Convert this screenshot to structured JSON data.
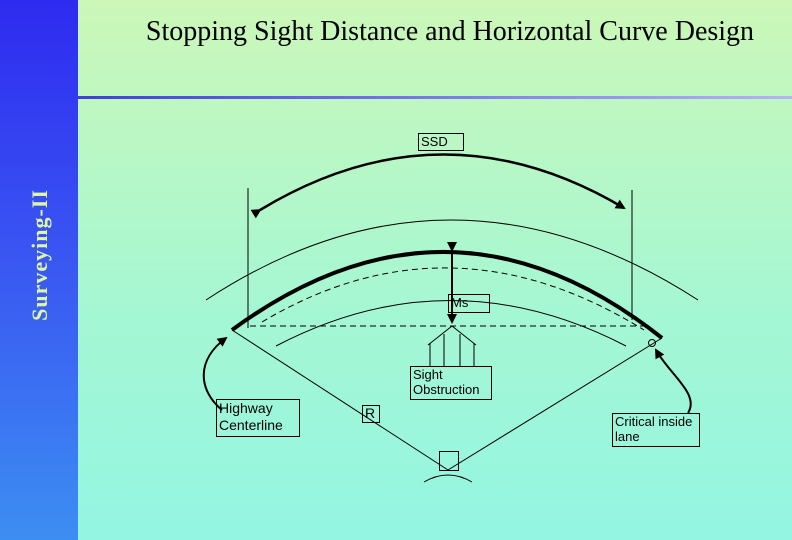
{
  "slide": {
    "title": "Stopping Sight Distance and Horizontal Curve Design",
    "side_label": "Surveying-II"
  },
  "diagram": {
    "labels": {
      "ssd": "SSD",
      "ms": "Ms",
      "sight_obstruction": "Sight Obstruction",
      "highway_centerline": "Highway Centerline",
      "radius": "R",
      "critical_inside_lane": "Critical inside lane"
    }
  }
}
